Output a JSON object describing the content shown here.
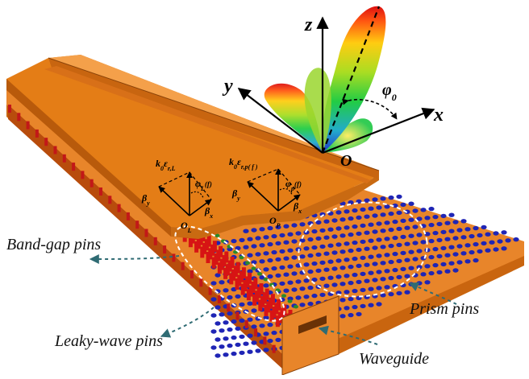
{
  "labels": {
    "band_gap_pins": "Band-gap pins",
    "leaky_wave_pins": "Leaky-wave pins",
    "prism_pins": "Prism pins",
    "waveguide": "Waveguide"
  },
  "axes": {
    "z": "z",
    "y": "y",
    "x": "x",
    "origin": "O",
    "phi0": "φ",
    "phi0_sub": "0"
  },
  "vectors_left": {
    "k": "k",
    "k_sub": "0",
    "eps": "ε",
    "eps_sub": "r,L",
    "phi": "φ",
    "phi_sub": "L",
    "phi_arg": "(f)",
    "beta_y": "β",
    "beta_y_sub": "y",
    "beta_x": "β",
    "beta_x_sub": "x",
    "origin": "O",
    "origin_sub": "L"
  },
  "vectors_right": {
    "k": "k",
    "k_sub": "0",
    "eps": "ε",
    "eps_sub": "r,p( f )",
    "phi": "φ",
    "phi_sub": "p",
    "phi_arg": "(f)",
    "beta_y": "β",
    "beta_y_sub": "y",
    "beta_x": "β",
    "beta_x_sub": "x",
    "origin": "O",
    "origin_sub": "P"
  },
  "colors": {
    "plate": "#e07b17",
    "plate_dark": "#b85a0b",
    "plate_light": "#f09a3c",
    "prism_pin": "#1f25b5",
    "leaky_pin": "#d71414",
    "bandgap_pin": "#2a8a2a",
    "dashed_arrow": "#2f6b73"
  }
}
